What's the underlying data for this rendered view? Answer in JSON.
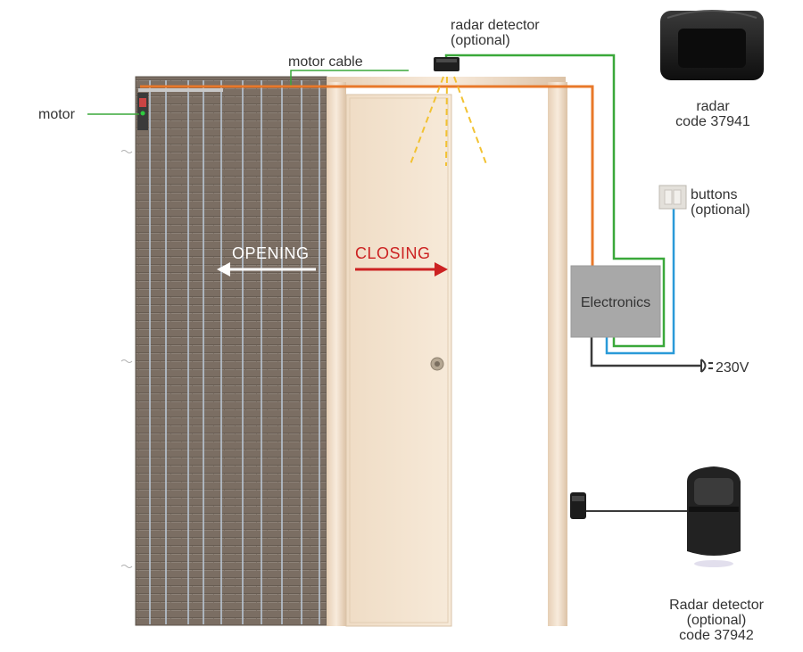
{
  "labels": {
    "motor": "motor",
    "motor_cable": "motor cable",
    "radar_top_line1": "radar detector",
    "radar_top_line2": "(optional)",
    "radar_product_line1": "radar",
    "radar_product_line2": "code 37941",
    "buttons_line1": "buttons",
    "buttons_line2": "(optional)",
    "electronics": "Electronics",
    "power": "230V",
    "opening": "OPENING",
    "closing": "CLOSING",
    "radar_bottom_line1": "Radar detector",
    "radar_bottom_line2": "(optional)",
    "radar_bottom_line3": "code 37942"
  },
  "colors": {
    "green_wire": "#3aa83a",
    "orange_wire": "#e8782a",
    "blue_wire": "#2a9ad8",
    "dark_wire": "#3a3a3a",
    "beam": "#f2c232",
    "opening_arrow": "#ffffff",
    "closing_arrow": "#cc2222",
    "electronics_box": "#a8a8a8",
    "door": "#f3e3cf",
    "frame": "#f0dcc6",
    "wall": "#7b6e63"
  },
  "icons": {
    "radar_top": "radar-sensor-icon",
    "radar_product": "radar-device-icon",
    "buttons": "wall-switch-icon",
    "electronics": "control-box-icon",
    "power": "power-plug-icon",
    "motor": "motor-icon",
    "door_knob": "door-knob-icon",
    "radar_bottom": "presence-radar-icon"
  }
}
